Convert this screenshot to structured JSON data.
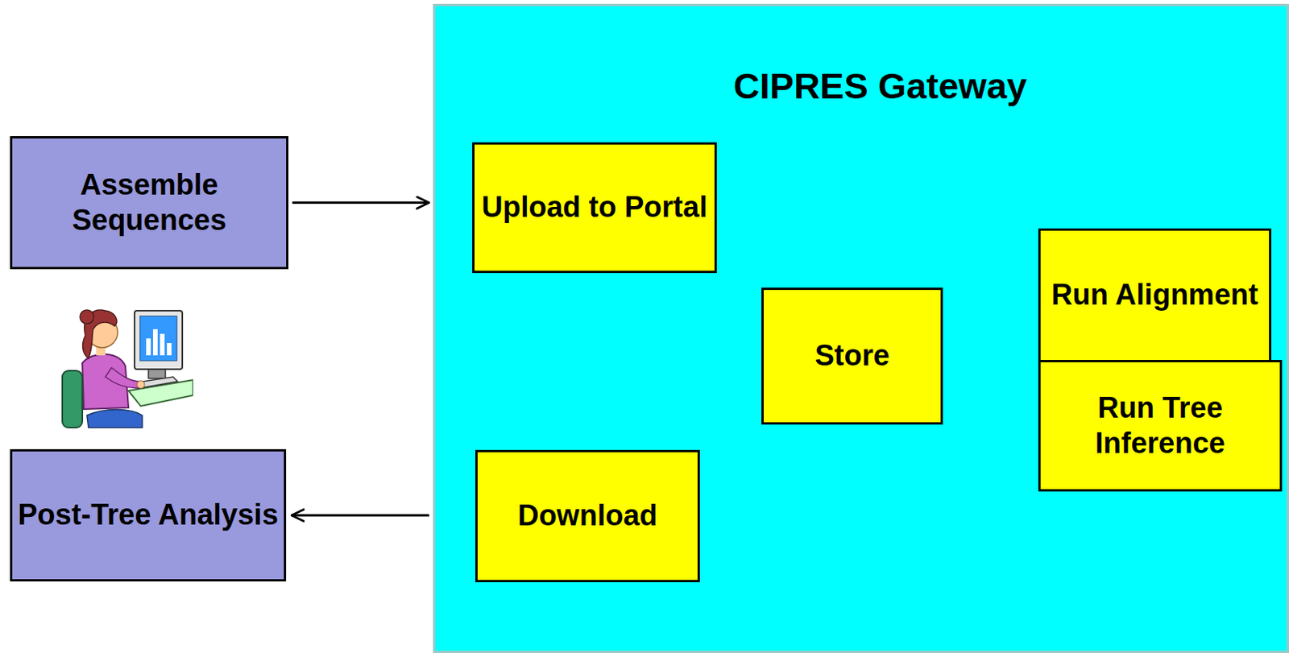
{
  "diagram": {
    "nodes": [
      {
        "text": [
          "Assemble Sequences"
        ]
      },
      {
        "text": [
          "CIPRES Gateway"
        ]
      },
      {
        "text": [
          "Upload to Portal"
        ],
        "in": 1
      },
      {
        "text": [
          "Store"
        ],
        "in": 1
      },
      {
        "text": [
          "Run Alignment"
        ],
        "in": 1
      },
      {
        "text": [
          "Run Tree Inference"
        ],
        "in": 1
      },
      {
        "text": [
          "Download"
        ],
        "in": 1
      },
      {
        "text": [
          "Post-Tree Analysis"
        ]
      }
    ],
    "edges": [
      {
        "from": 0,
        "to": 1,
        "arrow": "to"
      },
      {
        "from": 2,
        "to": 3,
        "arrow": "to"
      },
      {
        "from": 3,
        "to": 4,
        "arrow": "to"
      },
      {
        "from": 5,
        "to": 3,
        "arrow": "to"
      },
      {
        "from": 3,
        "to": 6,
        "arrow": "to"
      },
      {
        "from": 1,
        "to": 7,
        "arrow": "to"
      }
    ]
  }
}
